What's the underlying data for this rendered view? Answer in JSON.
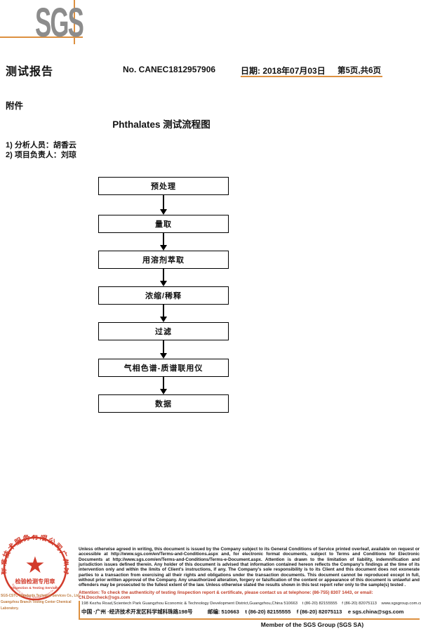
{
  "colors": {
    "accent_orange": "#dd9040",
    "logo_gray": "#8c8c8c",
    "stamp_red": "#d23b2b",
    "attention_red": "#c2402a",
    "substamp_tan": "#bf7b3f"
  },
  "header": {
    "logo": "SGS",
    "report_title": "测试报告",
    "report_no": "No. CANEC1812957906",
    "date": "日期: 2018年07月03日",
    "page_info": "第5页,共6页"
  },
  "attachment": {
    "label": "附件",
    "diagram_title": "Phthalates 测试流程图",
    "personnel_line1": "1) 分析人员：胡香云",
    "personnel_line2": "2) 项目负责人：刘琼"
  },
  "flowchart": {
    "steps": [
      "预处理",
      "量取",
      "用溶剂萃取",
      "浓缩/稀释",
      "过滤",
      "气相色谱-质谱联用仪",
      "数据"
    ]
  },
  "stamp": {
    "ring_text": "标准技术服务有限公司广州分公司",
    "ring_text_bottom": "SGS-CSTC Standards Technical Services Co., Ltd.",
    "star_icon": "★",
    "center_line1": "检验检测专用章",
    "center_line2": "Inspection & Testing Services",
    "sub_line1": "SGS-CSTC Standards Technical Services Co., Ltd.",
    "sub_line2": "Guangzhou Branch Testing Center Chemical Laboratory."
  },
  "footer": {
    "legal": "Unless otherwise agreed in writing, this document is issued by the Company subject to its General Conditions of Service printed overleaf, available on request or accessible at http://www.sgs.com/en/Terms-and-Conditions.aspx and, for electronic format documents, subject to Terms and Conditions for Electronic Documents at http://www.sgs.com/en/Terms-and-Conditions/Terms-e-Document.aspx. Attention is drawn to the limitation of liability, indemnification and jurisdiction issues defined therein. Any holder of this document is advised that information contained hereon reflects the Company's findings at the time of its intervention only and within the limits of Client's instructions, if any. The Company's sole responsibility is to its Client and this document does not exonerate parties to a transaction from exercising all their rights and obligations under the transaction documents. This document cannot be reproduced except in full, without prior written approval of the Company. Any unauthorized alteration, forgery or falsification of the content or appearance of this document is unlawful and offenders may be prosecuted to the fullest extent of the law. Unless otherwise stated the results shown in this test report refer only to the sample(s) tested .",
    "attention": "Attention: To check the authenticity of testing /inspection report & certificate, please contact us at telephone: (86-755) 8307 1443, or email: CN.Doccheck@sgs.com",
    "address_en": "198 Kezhu Road,Scientech Park Guangzhou Economic & Technology Development District,Guangzhou,China 510663    t (86-20) 82155555    f (86-20) 82075113    www.sgsgroup.com.cn",
    "address_cn": "中国 ·广州 ·经济技术开发区科学城科珠路198号          邮编: 510663    t (86-20) 82155555    f (86-20) 82075113    e sgs.china@sgs.com",
    "member": "Member of the SGS Group (SGS SA)"
  }
}
